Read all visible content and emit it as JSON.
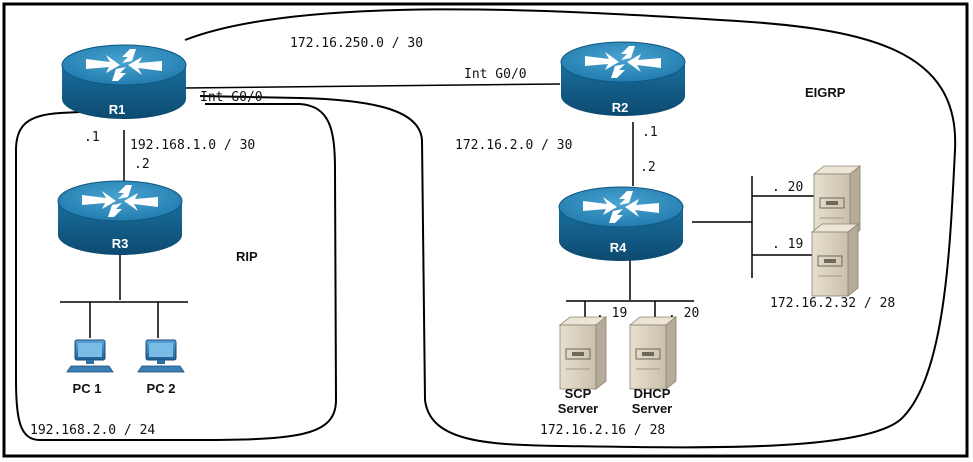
{
  "areas": {
    "eigrp": "EIGRP",
    "rip": "RIP"
  },
  "routers": [
    {
      "id": "r1",
      "label": "R1"
    },
    {
      "id": "r2",
      "label": "R2"
    },
    {
      "id": "r3",
      "label": "R3"
    },
    {
      "id": "r4",
      "label": "R4"
    }
  ],
  "links": {
    "r1_r2_network": "172.16.250.0 / 30",
    "r1_interface": "Int G0/0",
    "r2_interface": "Int G0/0",
    "r1_r3_network": "192.168.1.0 / 30",
    "r1_r3_r1_host": ".1",
    "r1_r3_r3_host": ".2",
    "r2_r4_network": "172.16.2.0 / 30",
    "r2_r4_r2_host": ".1",
    "r2_r4_r4_host": ".2"
  },
  "lans": {
    "rip_lan": "192.168.2.0 / 24",
    "server_lan_bottom": "172.16.2.16 / 28",
    "server_lan_right": "172.16.2.32 / 28"
  },
  "hosts": {
    "pc1": "PC 1",
    "pc2": "PC 2",
    "scp_server": {
      "line1": "SCP",
      "line2": "Server",
      "host": ". 19"
    },
    "dhcp_server": {
      "line1": "DHCP",
      "line2": "Server",
      "host": ". 20"
    },
    "right_server_top": {
      "host": ". 20"
    },
    "right_server_bottom": {
      "host": ". 19"
    }
  },
  "colors": {
    "router_top": "#1f78a6",
    "router_side": "#0f5680",
    "server": "#dcd3c2"
  }
}
